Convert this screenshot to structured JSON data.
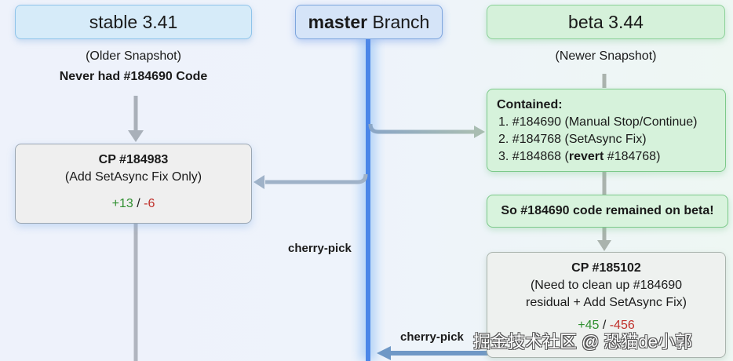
{
  "columns": {
    "stable": {
      "title": "stable 3.41",
      "subtitle": "(Older Snapshot)",
      "note": "Never had #184690 Code",
      "cherry_pick": {
        "title": "CP #184983",
        "description": "(Add SetAsync Fix Only)",
        "additions": "+13",
        "separator": " / ",
        "deletions": "-6"
      }
    },
    "master": {
      "title_bold": "master",
      "title_rest": " Branch",
      "cherry_pick_label_left": "cherry-pick",
      "cherry_pick_label_bottom": "cherry-pick"
    },
    "beta": {
      "title": "beta 3.44",
      "subtitle": "(Newer Snapshot)",
      "contained": {
        "heading": "Contained:",
        "items": [
          {
            "prefix": "1. #184690 (Manual Stop/Continue)",
            "bold": "",
            "suffix": ""
          },
          {
            "prefix": "2. #184768 (SetAsync Fix)",
            "bold": "",
            "suffix": ""
          },
          {
            "prefix": "3. #184868 (",
            "bold": "revert",
            "suffix": " #184768)"
          }
        ]
      },
      "note": "So #184690 code remained on beta!",
      "cherry_pick": {
        "title": "CP #185102",
        "description_line1": "(Need to clean up #184690",
        "description_line2": "residual + Add SetAsync Fix)",
        "additions": "+45",
        "separator": " / ",
        "deletions": "-456"
      }
    }
  },
  "watermark": "掘金技术社区 @ 恐猫de小郭",
  "colors": {
    "master_line": "#4a86e8",
    "connector_gray": "#a9b0b9",
    "additions": "#2f8f2f",
    "deletions": "#c0302a"
  }
}
